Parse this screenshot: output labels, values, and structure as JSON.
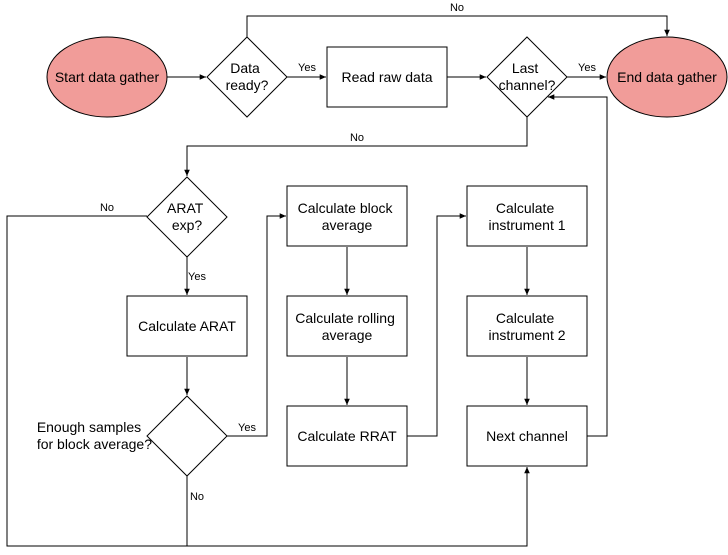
{
  "colors": {
    "terminal_fill": "#f19c99",
    "box_fill": "#ffffff",
    "stroke": "#000000"
  },
  "nodes": {
    "start": "Start data gather",
    "data_ready": [
      "Data",
      "ready?"
    ],
    "read_raw": "Read raw data",
    "last_channel": [
      "Last",
      "channel?"
    ],
    "end": "End data gather",
    "arat_exp": [
      "ARAT",
      "exp?"
    ],
    "calc_arat": "Calculate ARAT",
    "enough_samples": [
      "Enough samples",
      "for block average?"
    ],
    "calc_block": [
      "Calculate block",
      "average"
    ],
    "calc_rolling": [
      "Calculate rolling",
      "average"
    ],
    "calc_rrat": "Calculate RRAT",
    "calc_inst1": [
      "Calculate",
      "instrument 1"
    ],
    "calc_inst2": [
      "Calculate",
      "instrument 2"
    ],
    "next_channel": "Next channel"
  },
  "edges": {
    "data_ready_no": "No",
    "data_ready_yes": "Yes",
    "last_channel_yes": "Yes",
    "last_channel_no": "No",
    "arat_no": "No",
    "arat_yes": "Yes",
    "samples_yes": "Yes",
    "samples_no": "No"
  }
}
